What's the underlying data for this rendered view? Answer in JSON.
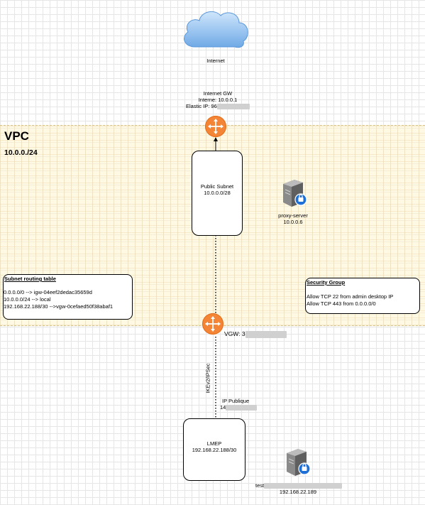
{
  "internet": {
    "label": "Internet"
  },
  "igw": {
    "title": "Internet GW",
    "interne": "Interne: 10.0.0.1",
    "elastic_ip_prefix": "Elastic IP: 96"
  },
  "vpc": {
    "title": "VPC",
    "cidr": "10.0.0./24"
  },
  "public_subnet": {
    "name": "Public Subnet",
    "cidr": "10.0.0.0/28"
  },
  "proxy": {
    "name": "proxy-server",
    "ip": "10.0.0.6"
  },
  "routing_table": {
    "title": "Subnet routing table",
    "rows": [
      "0.0.0.0/0 --> igw-04eef2dedac35659d",
      "10.0.0.0/24 --> local",
      "192.168.22.188/30 -->vgw-0cefaed50f38abaf1"
    ]
  },
  "security_group": {
    "title": "Security Group",
    "rules": [
      "Allow TCP 22 from admin desktop IP",
      "Allow TCP 443 from 0.0.0.0/0"
    ]
  },
  "vgw": {
    "prefix": "VGW: 3"
  },
  "link": {
    "label": "IKEv2/IPSec"
  },
  "ip_publique": {
    "label": "IP Publique",
    "prefix": "14"
  },
  "lmep": {
    "name": "LMEP",
    "cidr": "192.168.22.188/30"
  },
  "test_host": {
    "prefix": "test",
    "ip": "192.168.22.189"
  },
  "colors": {
    "router": "#f58536",
    "cloud": "#7fb8ef",
    "vpc_fill": "#fff2cc",
    "server": "#6d6d6d",
    "badge": "#1e6fd6"
  }
}
